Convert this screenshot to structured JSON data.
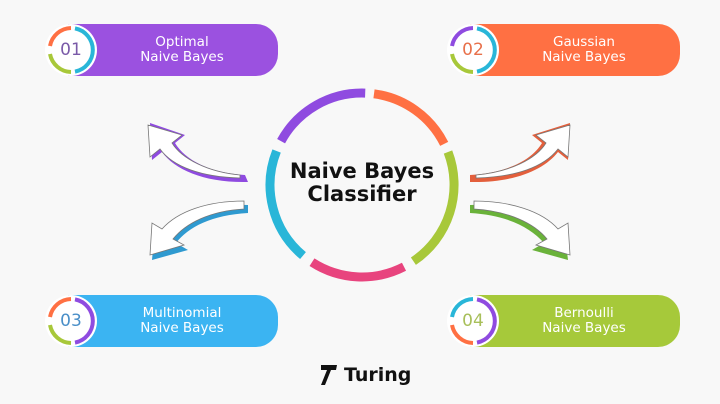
{
  "diagram": {
    "title_line1": "Naive Bayes",
    "title_line2": "Classifier",
    "ring_colors": [
      "#8f4be0",
      "#ff7043",
      "#a8c83a",
      "#e8447e",
      "#29b6d8"
    ],
    "items": [
      {
        "number": "01",
        "line1": "Optimal",
        "line2": "Naive Bayes",
        "color": "#9b51e0",
        "number_color": "#7a5aa8"
      },
      {
        "number": "02",
        "line1": "Gaussian",
        "line2": "Naive Bayes",
        "color": "#ff7043",
        "number_color": "#e8704a"
      },
      {
        "number": "03",
        "line1": "Multinomial",
        "line2": "Naive Bayes",
        "color": "#3bb4f2",
        "number_color": "#4a8fc8"
      },
      {
        "number": "04",
        "line1": "Bernoulli",
        "line2": "Naive Bayes",
        "color": "#a6c93a",
        "number_color": "#a8bf5a"
      }
    ],
    "arrows": [
      {
        "direction": "up-left",
        "color": "#8f4be0"
      },
      {
        "direction": "up-right",
        "color": "#e35f3c"
      },
      {
        "direction": "down-left",
        "color": "#2f9ad0"
      },
      {
        "direction": "down-right",
        "color": "#6ab23a"
      }
    ]
  },
  "brand": {
    "logo_text": "Turing"
  }
}
